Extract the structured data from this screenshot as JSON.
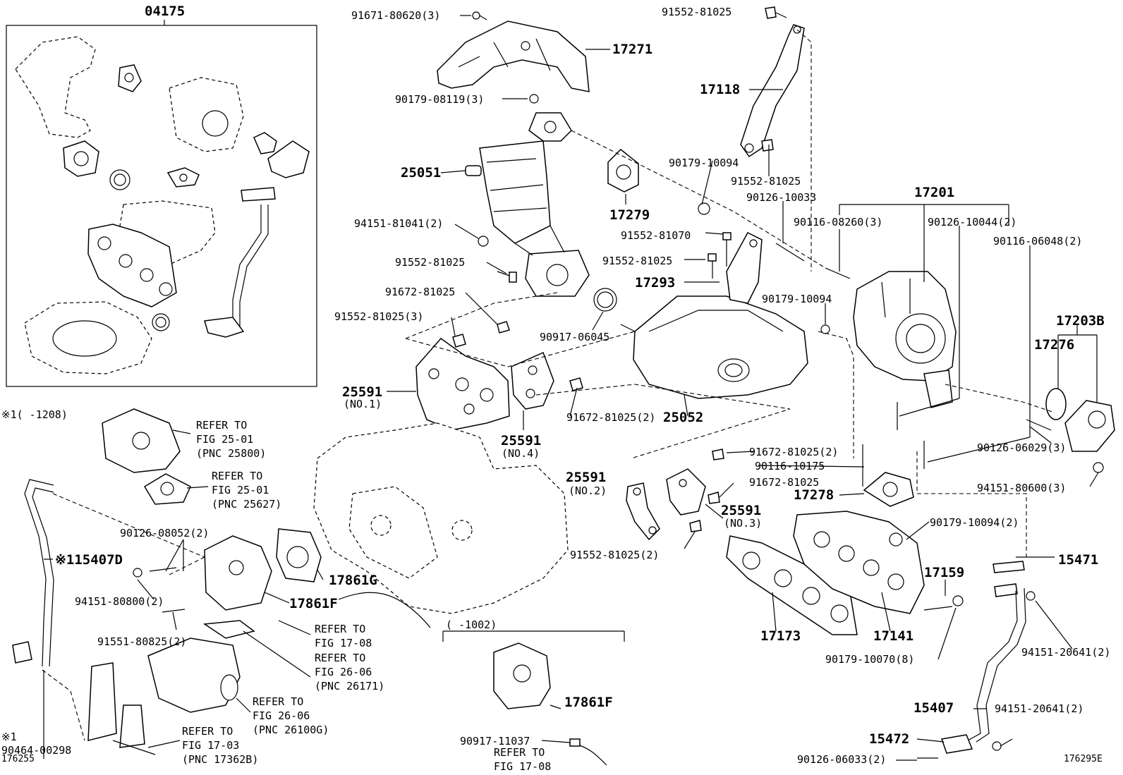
{
  "kit": {
    "title": "04175"
  },
  "labels": {
    "l_91671_80620": "91671-80620(3)",
    "l_17271": "17271",
    "l_90179_08119": "90179-08119(3)",
    "l_25051": "25051",
    "l_17279": "17279",
    "l_94151_81041": "94151-81041(2)",
    "l_91552_81025_a": "91552-81025",
    "l_91672_81025_a": "91672-81025",
    "l_91552_81025_3": "91552-81025(3)",
    "l_90917_06045": "90917-06045",
    "l_25591_no1": "25591",
    "l_no1": "(NO.1)",
    "l_25591_no4": "25591",
    "l_no4": "(NO.4)",
    "l_91672_81025_2a": "91672-81025(2)",
    "l_25052": "25052",
    "l_91552_81025_top": "91552-81025",
    "l_17118": "17118",
    "l_90179_10094_a": "90179-10094",
    "l_91552_81025_b": "91552-81025",
    "l_90126_10033": "90126-10033",
    "l_91552_81070": "91552-81070",
    "l_91552_81025_c": "91552-81025",
    "l_17293": "17293",
    "l_90179_10094_b": "90179-10094",
    "l_17201": "17201",
    "l_90116_08260": "90116-08260(3)",
    "l_90126_10044": "90126-10044(2)",
    "l_90116_06048": "90116-06048(2)",
    "l_17203B": "17203B",
    "l_17276": "17276",
    "l_90126_06029": "90126-06029(3)",
    "l_94151_80600": "94151-80600(3)",
    "l_91672_81025_2b": "91672-81025(2)",
    "l_90116_10175": "90116-10175",
    "l_91672_81025_b": "91672-81025",
    "l_17278": "17278",
    "l_25591_no2": "25591",
    "l_no2": "(NO.2)",
    "l_25591_no3": "25591",
    "l_no3": "(NO.3)",
    "l_91552_81025_2": "91552-81025(2)",
    "l_90179_10094_2": "90179-10094(2)",
    "l_15471": "15471",
    "l_17159": "17159",
    "l_17173": "17173",
    "l_17141": "17141",
    "l_90179_10070": "90179-10070(8)",
    "l_94151_20641_a": "94151-20641(2)",
    "l_15407": "15407",
    "l_94151_20641_b": "94151-20641(2)",
    "l_15472": "15472",
    "l_90126_06033": "90126-06033(2)",
    "l_diag_id_right": "176295E",
    "l_note_1208": "※1(   -1208)",
    "l_refer_a1": "REFER TO",
    "l_refer_a2": "FIG 25-01",
    "l_refer_a3": "(PNC 25800)",
    "l_refer_b1": "REFER TO",
    "l_refer_b2": "FIG 25-01",
    "l_refer_b3": "(PNC 25627)",
    "l_90126_08052": "90126-08052(2)",
    "l_15407D": "※115407D",
    "l_94151_80800": "94151-80800(2)",
    "l_17861G": "17861G",
    "l_17861F_a": "17861F",
    "l_91551_80825": "91551-80825(2)",
    "l_refer_c1": "REFER TO",
    "l_refer_c2": "FIG 17-08",
    "l_refer_d1": "REFER TO",
    "l_refer_d2": "FIG 26-06",
    "l_refer_d3": "(PNC 26171)",
    "l_refer_e1": "REFER TO",
    "l_refer_e2": "FIG 26-06",
    "l_refer_e3": "(PNC 26100G)",
    "l_refer_f1": "REFER TO",
    "l_refer_f2": "FIG 17-03",
    "l_refer_f3": "(PNC 17362B)",
    "l_note1_mark": "※1",
    "l_90464_00298": "90464-00298",
    "l_diag_id_left": "176255",
    "l_note_1002": "(     -1002)",
    "l_17861F_b": "17861F",
    "l_90917_11037": "90917-11037",
    "l_refer_g1": "REFER TO",
    "l_refer_g2": "FIG 17-08"
  }
}
